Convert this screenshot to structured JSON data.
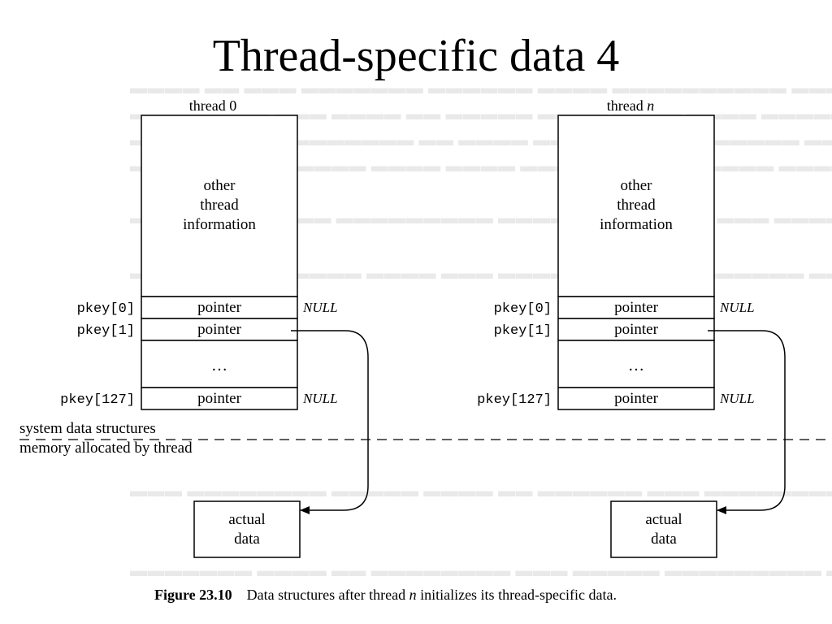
{
  "slide": {
    "title": "Thread-specific data 4"
  },
  "threads": [
    {
      "label_prefix": "thread",
      "label_id": "0",
      "info_lines": [
        "other",
        "thread",
        "information"
      ],
      "rows": [
        {
          "key": "pkey[0]",
          "cell": "pointer",
          "note": "NULL"
        },
        {
          "key": "pkey[1]",
          "cell": "pointer",
          "note": ""
        },
        {
          "key": "",
          "cell": "…",
          "note": ""
        },
        {
          "key": "pkey[127]",
          "cell": "pointer",
          "note": "NULL"
        }
      ],
      "data_box": [
        "actual",
        "data"
      ]
    },
    {
      "label_prefix": "thread",
      "label_id": "n",
      "info_lines": [
        "other",
        "thread",
        "information"
      ],
      "rows": [
        {
          "key": "pkey[0]",
          "cell": "pointer",
          "note": "NULL"
        },
        {
          "key": "pkey[1]",
          "cell": "pointer",
          "note": ""
        },
        {
          "key": "",
          "cell": "…",
          "note": ""
        },
        {
          "key": "pkey[127]",
          "cell": "pointer",
          "note": "NULL"
        }
      ],
      "data_box": [
        "actual",
        "data"
      ]
    }
  ],
  "divider": {
    "above": "system data structures",
    "below": "memory allocated by thread"
  },
  "caption": {
    "number": "Figure 23.10",
    "text_before": "Data structures after thread",
    "text_italic": "n",
    "text_after": "initializes its thread-specific data."
  }
}
